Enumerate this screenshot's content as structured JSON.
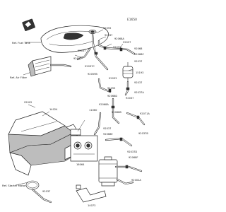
{
  "diagram": {
    "code": "E1650",
    "refs": {
      "fuel_tank": "Ref. Fuel Tank",
      "air_filter": "Ref. Air Filter",
      "starter_motor": "Ref. Starter Motor"
    },
    "labels": [
      "92055",
      "92037",
      "92068A",
      "92059",
      "92037",
      "92068",
      "92037",
      "92068C",
      "92037",
      "92037",
      "15193",
      "92037C",
      "92059B",
      "92033",
      "92037",
      "92055",
      "92037A",
      "92068D",
      "92037",
      "92068A",
      "11060",
      "92068B",
      "92071A",
      "92002",
      "14024",
      "92037",
      "92068E",
      "92037B",
      "16064",
      "92037D",
      "92068F",
      "92037",
      "92002A",
      "14073"
    ]
  }
}
